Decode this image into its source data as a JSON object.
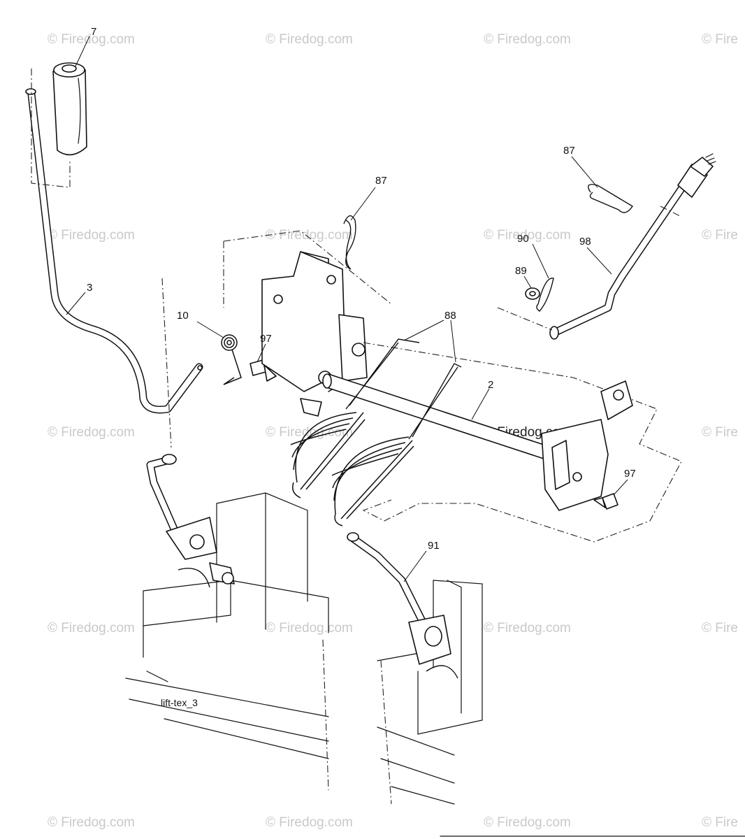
{
  "diagram_code": "lift-tex_3",
  "watermark_text": "© Firedog.com",
  "watermark_edge_text": "© Fire",
  "callouts": {
    "c7": "7",
    "c3": "3",
    "c10": "10",
    "c97a": "97",
    "c87a": "87",
    "c88": "88",
    "c2": "2",
    "c97b": "97",
    "c91": "91",
    "c87b": "87",
    "c90": "90",
    "c98": "98",
    "c89": "89"
  },
  "colors": {
    "line": "#111111",
    "watermark": "#c9c9c9",
    "background": "#ffffff"
  }
}
